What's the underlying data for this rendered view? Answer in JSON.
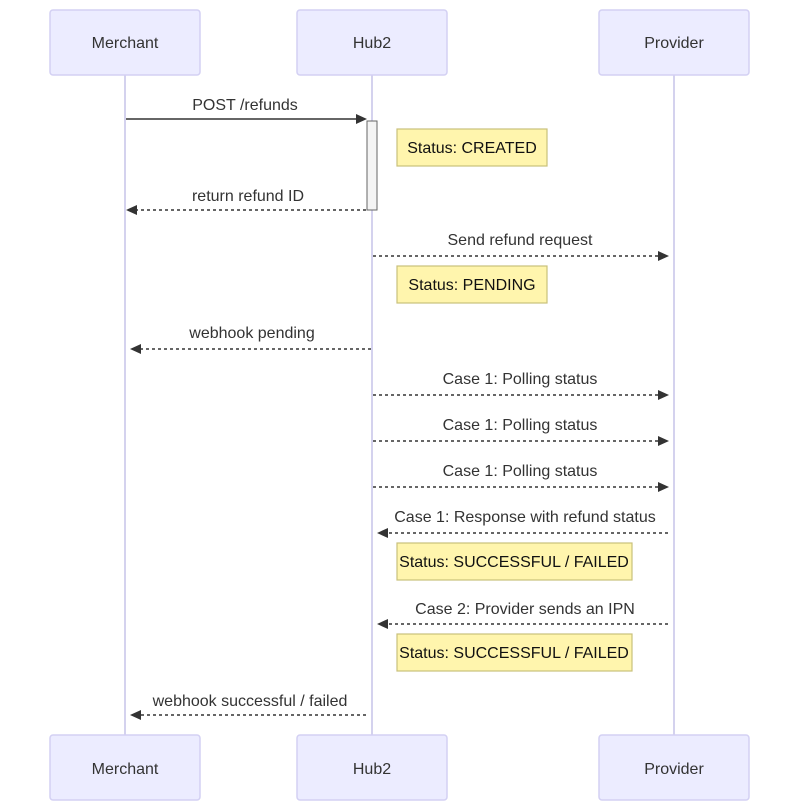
{
  "participants": [
    {
      "id": "merchant",
      "label": "Merchant"
    },
    {
      "id": "hub2",
      "label": "Hub2"
    },
    {
      "id": "provider",
      "label": "Provider"
    }
  ],
  "messages": [
    {
      "from": "merchant",
      "to": "hub2",
      "label": "POST /refunds",
      "style": "solid"
    },
    {
      "from": "hub2",
      "to": "merchant",
      "label": "return refund ID",
      "style": "dashed"
    },
    {
      "from": "hub2",
      "to": "provider",
      "label": "Send refund request",
      "style": "dashed"
    },
    {
      "from": "hub2",
      "to": "merchant",
      "label": "webhook pending",
      "style": "dashed"
    },
    {
      "from": "hub2",
      "to": "provider",
      "label": "Case 1: Polling status",
      "style": "dashed"
    },
    {
      "from": "hub2",
      "to": "provider",
      "label": "Case 1: Polling status",
      "style": "dashed"
    },
    {
      "from": "hub2",
      "to": "provider",
      "label": "Case 1: Polling status",
      "style": "dashed"
    },
    {
      "from": "provider",
      "to": "hub2",
      "label": "Case 1: Response with refund status",
      "style": "dashed"
    },
    {
      "from": "provider",
      "to": "hub2",
      "label": "Case 2: Provider sends an IPN",
      "style": "dashed"
    },
    {
      "from": "hub2",
      "to": "merchant",
      "label": "webhook successful / failed",
      "style": "dashed"
    }
  ],
  "notes": [
    {
      "over": "hub2",
      "text": "Status: CREATED"
    },
    {
      "over": "hub2",
      "text": "Status: PENDING"
    },
    {
      "over": "hub2",
      "text": "Status: SUCCESSFUL / FAILED"
    },
    {
      "over": "hub2",
      "text": "Status: SUCCESSFUL / FAILED"
    }
  ],
  "colors": {
    "actor_fill": "#ececff",
    "actor_border": "#d3d0f3",
    "note_fill": "#fff5ad",
    "note_border": "#c9c07b",
    "line": "#333333"
  }
}
